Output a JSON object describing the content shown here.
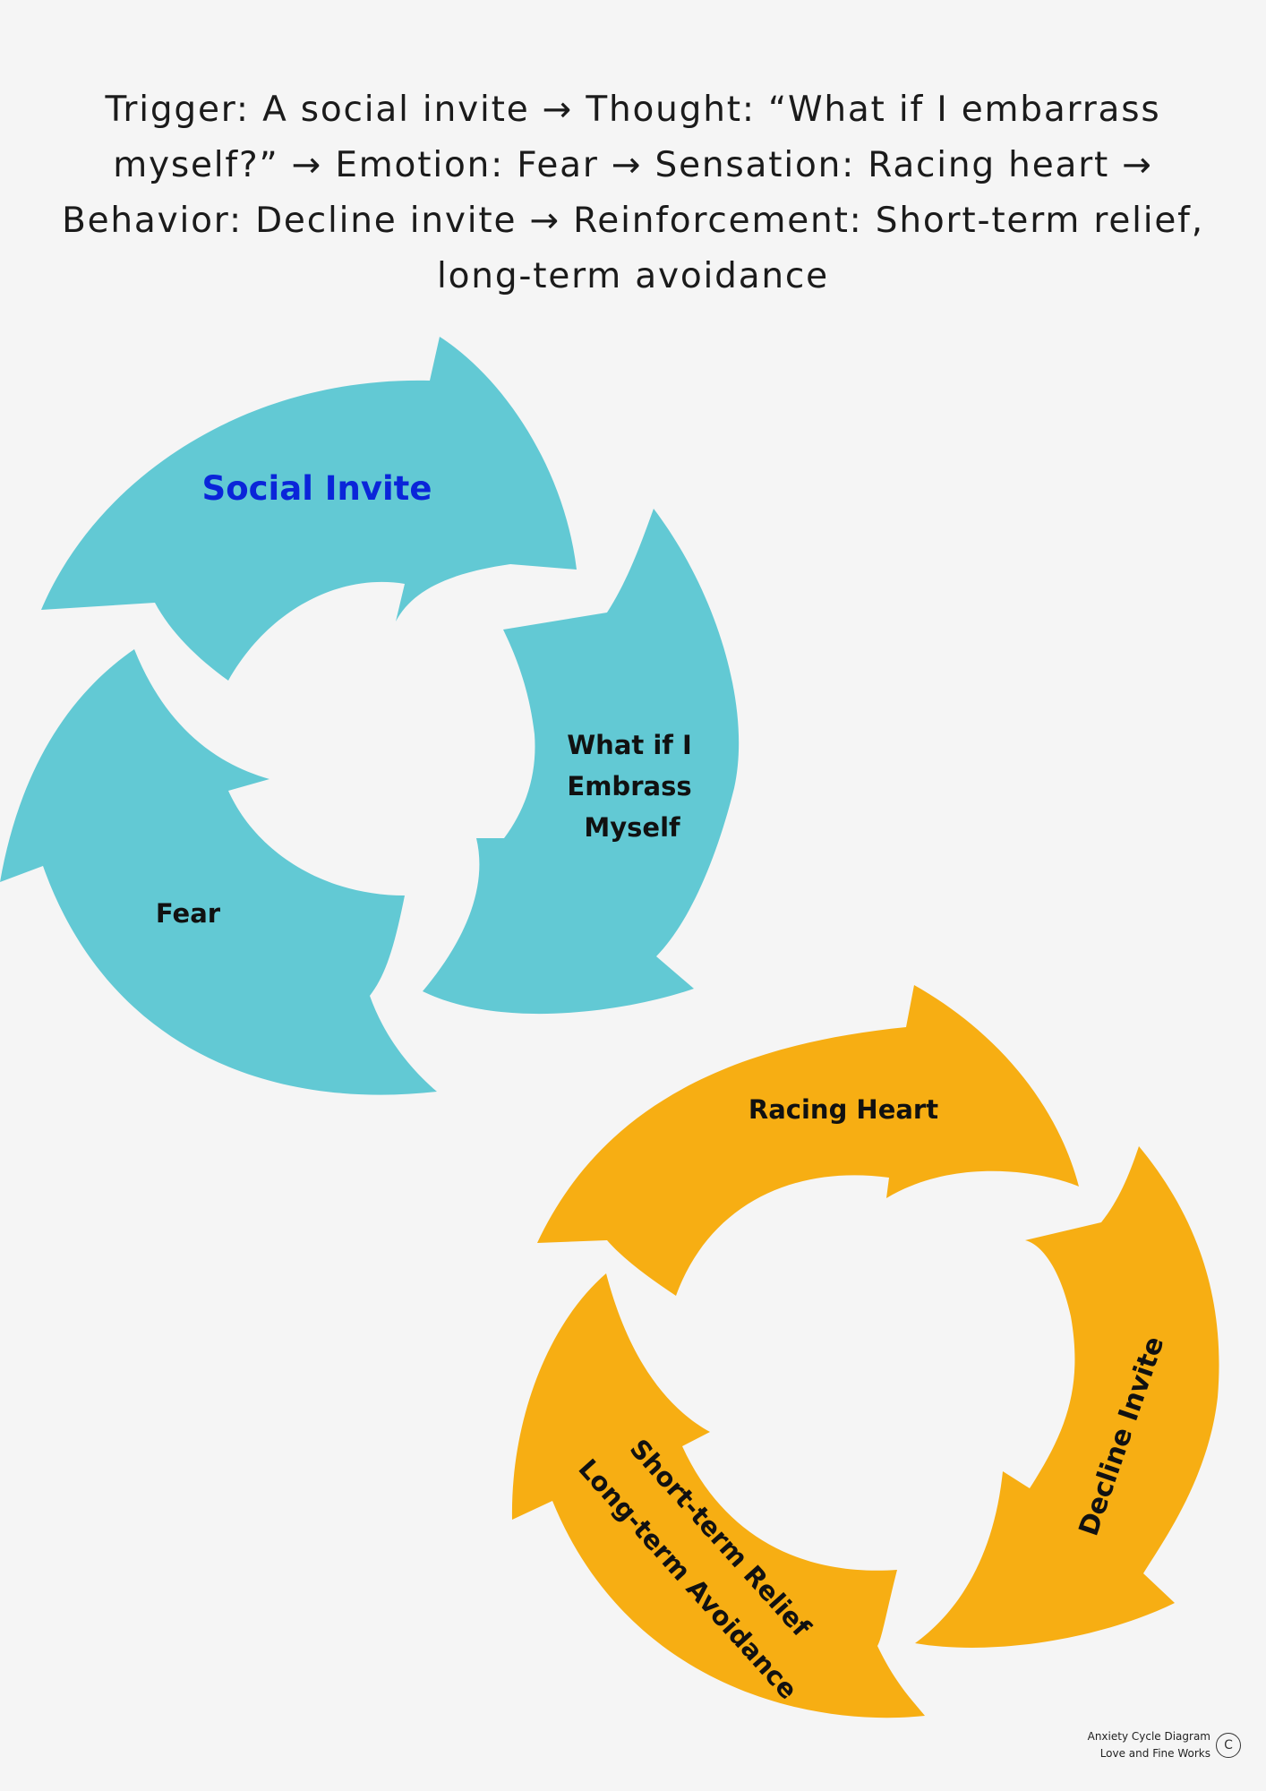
{
  "heading": {
    "line1": "Trigger: A social invite → Thought: “What if I embarrass",
    "line2": "myself?” → Emotion: Fear → Sensation: Racing heart →",
    "line3": "Behavior: Decline invite → Reinforcement: Short-term relief,",
    "line4": "long-term avoidance"
  },
  "cycles": {
    "teal": {
      "color": "#62c9d4",
      "labels": {
        "social_invite": "Social Invite",
        "thought_line1": "What if I",
        "thought_line2": "Embrass",
        "thought_line3": "Myself",
        "fear": "Fear"
      },
      "social_invite_color": "#0a25d9"
    },
    "orange": {
      "color": "#f7ae13",
      "labels": {
        "racing_heart": "Racing Heart",
        "decline_invite": "Decline Invite",
        "relief_line1": "Short-term Relief",
        "relief_line2": "Long-term Avoidance"
      }
    }
  },
  "credit": {
    "line1": "Anxiety Cycle Diagram",
    "line2": "Love and Fine Works",
    "symbol": "C"
  }
}
